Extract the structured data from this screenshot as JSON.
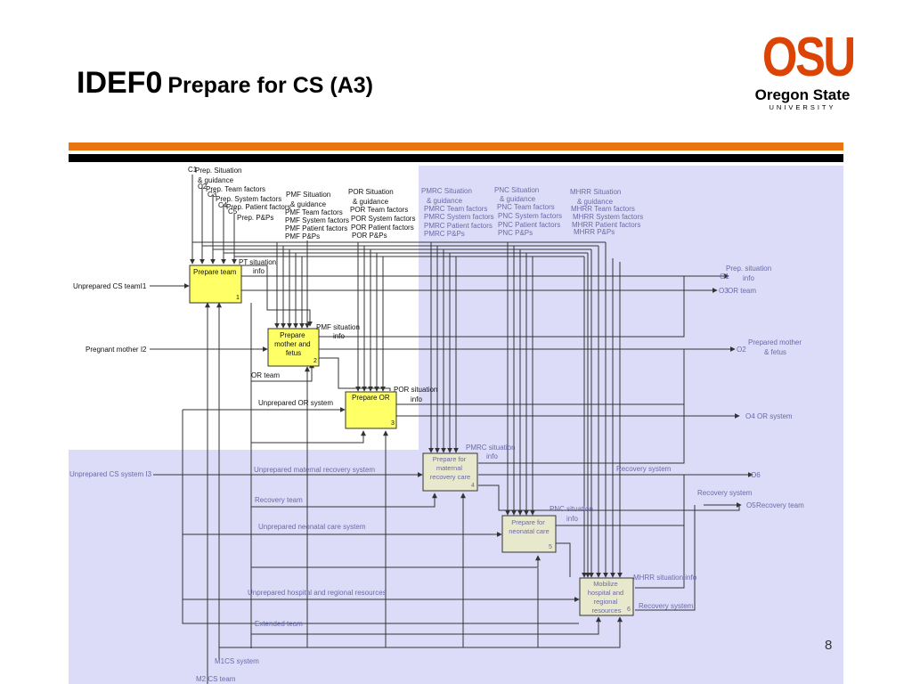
{
  "slide": {
    "title_main": "IDEF0",
    "title_sub": "Prepare for CS (A3)",
    "page_number": "8"
  },
  "logo": {
    "osu": "OSU",
    "oregon_state": "Oregon State",
    "university": "UNIVERSITY"
  },
  "colors": {
    "accent_orange": "#e8750f",
    "logo_orange": "#dc4405",
    "box_yellow": "#ffff66",
    "box_grey": "#e8e8cc",
    "background_lavender": "#dcdcf8",
    "arrow": "#333333"
  },
  "diagram": {
    "boxes": [
      {
        "label": "Prepare team",
        "num": "1"
      },
      {
        "label": "Prepare mother and fetus",
        "num": "2"
      },
      {
        "label": "Prepare OR",
        "num": "3"
      },
      {
        "label": "Prepare for maternal recovery care",
        "num": "4"
      },
      {
        "label": "Prepare for neonatal care",
        "num": "5"
      },
      {
        "label": "Mobilize hospital and regional resources",
        "num": "6"
      }
    ],
    "controls": {
      "prep": [
        "Prep. Situation",
        "& guidance",
        "Prep. Team factors",
        "Prep. System factors",
        "Prep. Patient factors",
        "Prep. P&Ps"
      ],
      "prep_ids": [
        "C1",
        "C2",
        "C3",
        "C4",
        "C5"
      ],
      "pmf": [
        "PMF Situation",
        "& guidance",
        "PMF Team factors",
        "PMF System factors",
        "PMF Patient factors",
        "PMF P&Ps"
      ],
      "por": [
        "POR Situation",
        "& guidance",
        "POR Team factors",
        "POR System factors",
        "POR Patient factors",
        "POR P&Ps"
      ],
      "pmrc": [
        "PMRC Situation",
        "& guidance",
        "PMRC Team factors",
        "PMRC System factors",
        "PMRC Patient factors",
        "PMRC P&Ps"
      ],
      "pnc": [
        "PNC Situation",
        "& guidance",
        "PNC Team factors",
        "PNC System factors",
        "PNC Patient factors",
        "PNC P&Ps"
      ],
      "mhrr": [
        "MHRR Situation",
        "& guidance",
        "MHRR Team factors",
        "MHRR System factors",
        "MHRR Patient factors",
        "MHRR P&Ps"
      ]
    },
    "inputs": {
      "i1": "Unprepared CS teamI1",
      "i2": "Pregnant mother I2",
      "i3": "Unprepared CS system I3",
      "unprep_or": "Unprepared OR system",
      "unprep_mat": "Unprepared maternal recovery system",
      "rec_team": "Recovery team",
      "unprep_neo": "Unprepared neonatal care system",
      "unprep_hosp": "Unprepared hospital and regional resources",
      "ext_team": "Extended team",
      "or_team_in": "OR team"
    },
    "mechanisms": {
      "m1": "M1CS system",
      "m2": "M2 CS team"
    },
    "internal_labels": {
      "pt_sit": [
        "PT situation",
        "info"
      ],
      "pmf_sit": [
        "PMF situation",
        "info"
      ],
      "por_sit": [
        "POR situation",
        "info"
      ],
      "pmrc_sit": [
        "PMRC situation",
        "info"
      ],
      "pnc_sit": [
        "PNC situation",
        "info"
      ],
      "mhrr_sit": "MHRR situation info",
      "rec_sys_4": "Recovery system",
      "rec_sys_6": "Recovery system",
      "rec_sys_mid": "Recovery system"
    },
    "outputs": {
      "o1_id": "O1",
      "o1": [
        "Prep. situation",
        "info"
      ],
      "o3_id": "O3",
      "o3": "OR team",
      "o2_id": "O2",
      "o2": [
        "Prepared mother",
        "& fetus"
      ],
      "o4_id": "O4",
      "o4": "OR system",
      "o6_id": "O6",
      "o5_id": "O5",
      "o5": "Recovery team"
    }
  }
}
